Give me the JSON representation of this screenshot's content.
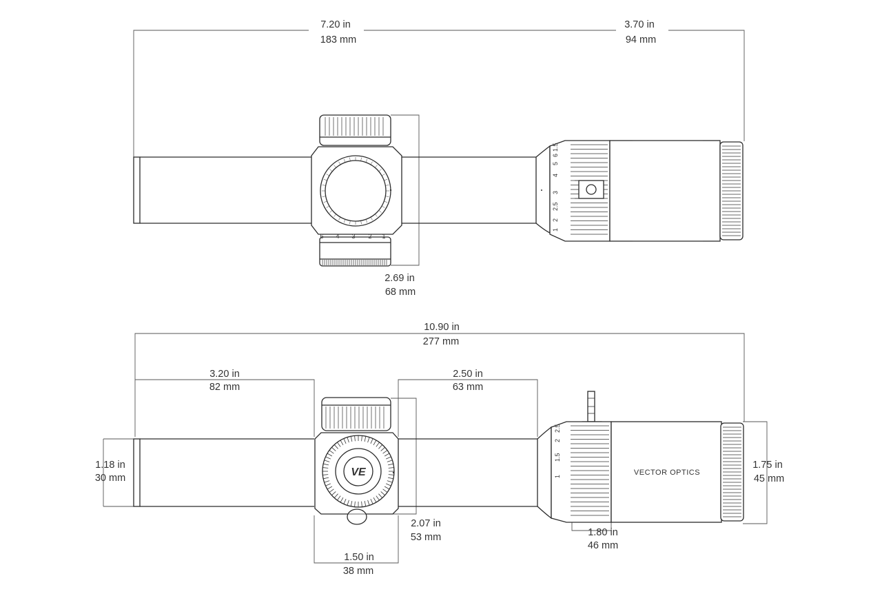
{
  "top_view": {
    "dim_front": {
      "inch": "7.20 in",
      "mm": "183 mm"
    },
    "dim_rear": {
      "inch": "3.70 in",
      "mm": "94 mm"
    },
    "dim_turret_height": {
      "inch": "2.69 in",
      "mm": "68 mm"
    },
    "turret_scale": [
      "6",
      "4",
      "3",
      "2",
      "1"
    ],
    "mag_ring_scale": [
      "1",
      "2",
      "2.5",
      "3",
      "4",
      "5",
      "6"
    ],
    "mag_ring_scale_end": "1.5"
  },
  "side_view": {
    "dim_total": {
      "inch": "10.90 in",
      "mm": "277 mm"
    },
    "dim_front_tube": {
      "inch": "3.20  in",
      "mm": "82  mm"
    },
    "dim_center_tube": {
      "inch": "2.50 in",
      "mm": "63 mm"
    },
    "dim_objective": {
      "inch": "1.18  in",
      "mm": "30 mm"
    },
    "dim_turret_width": {
      "inch": "2.07 in",
      "mm": "53 mm"
    },
    "dim_saddle": {
      "inch": "1.50 in",
      "mm": "38 mm"
    },
    "dim_ring": {
      "inch": "1.80 in",
      "mm": "46 mm"
    },
    "dim_eyepiece": {
      "inch": "1.75 in",
      "mm": "45 mm"
    },
    "mag_ring_scale": [
      "1",
      "1.5",
      "2",
      "2.5"
    ],
    "logo_text": "VE",
    "brand_text": "VECTOR OPTICS"
  }
}
